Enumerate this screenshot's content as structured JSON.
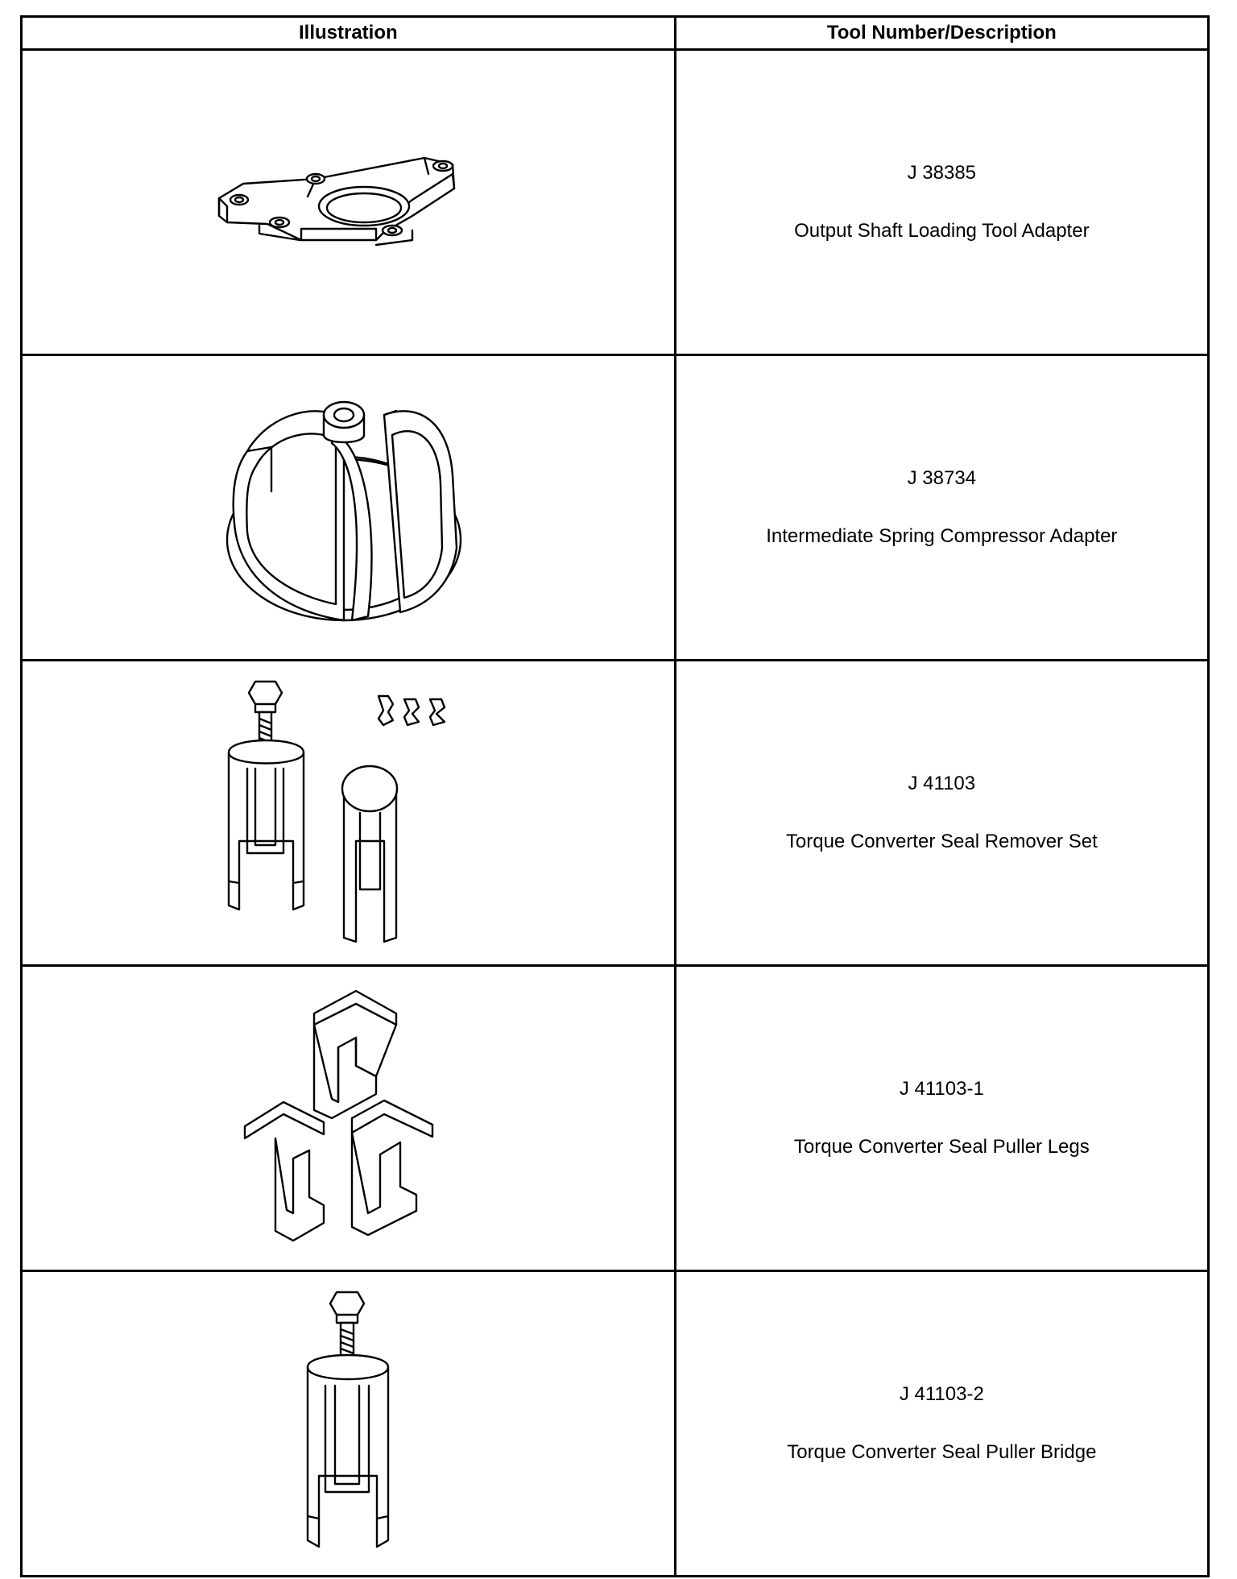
{
  "table": {
    "headers": {
      "illustration": "Illustration",
      "description": "Tool Number/Description"
    },
    "rows": [
      {
        "tool_number": "J 38385",
        "description": "Output Shaft Loading Tool Adapter",
        "icon": "adapter-plate-icon"
      },
      {
        "tool_number": "J 38734",
        "description": "Intermediate Spring Compressor Adapter",
        "icon": "spring-compressor-adapter-icon"
      },
      {
        "tool_number": "J 41103",
        "description": "Torque Converter Seal Remover Set",
        "icon": "seal-remover-set-icon"
      },
      {
        "tool_number": "J 41103-1",
        "description": "Torque Converter Seal Puller Legs",
        "icon": "puller-legs-icon"
      },
      {
        "tool_number": "J 41103-2",
        "description": "Torque Converter Seal Puller Bridge",
        "icon": "puller-bridge-icon"
      }
    ]
  }
}
